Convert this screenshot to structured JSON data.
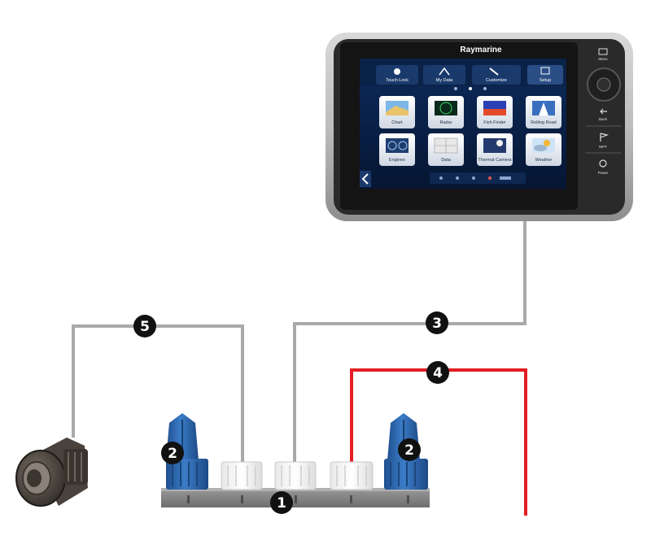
{
  "display": {
    "brand": "Raymarine",
    "tabs": [
      {
        "label": "Touch Lock",
        "icon": "hand-icon"
      },
      {
        "label": "My Data",
        "icon": "network-icon"
      },
      {
        "label": "Customize",
        "icon": "wrench-icon"
      },
      {
        "label": "Setup",
        "icon": "setup-icon"
      }
    ],
    "apps": [
      {
        "label": "Chart",
        "icon": "chart-app-icon"
      },
      {
        "label": "Radar",
        "icon": "radar-app-icon"
      },
      {
        "label": "Fish Finder",
        "icon": "fishfinder-app-icon"
      },
      {
        "label": "Rolling Road",
        "icon": "rolling-road-app-icon"
      },
      {
        "label": "Engines",
        "icon": "engines-app-icon"
      },
      {
        "label": "Data",
        "icon": "data-app-icon"
      },
      {
        "label": "Thermal Camera",
        "icon": "thermal-camera-app-icon"
      },
      {
        "label": "Weather",
        "icon": "weather-app-icon"
      }
    ],
    "side_buttons": [
      {
        "label": "Menu",
        "icon": "menu-icon"
      },
      {
        "label": "Back",
        "icon": "back-arrow-icon"
      },
      {
        "label": "WPT",
        "icon": "waypoint-flag-icon"
      },
      {
        "label": "Power",
        "icon": "power-icon"
      }
    ]
  },
  "callouts": [
    {
      "number": "1",
      "target": "backbone"
    },
    {
      "number": "2",
      "target": "terminator-left"
    },
    {
      "number": "2",
      "target": "terminator-right"
    },
    {
      "number": "3",
      "target": "display-spur-cable"
    },
    {
      "number": "4",
      "target": "power-cable"
    },
    {
      "number": "5",
      "target": "transducer-spur-cable"
    }
  ],
  "colors": {
    "cable": "#a9a9a9",
    "power_cable": "#e31e24",
    "terminator": "#2f6db3",
    "badge": "#111111",
    "screen": "#0a1f44"
  }
}
